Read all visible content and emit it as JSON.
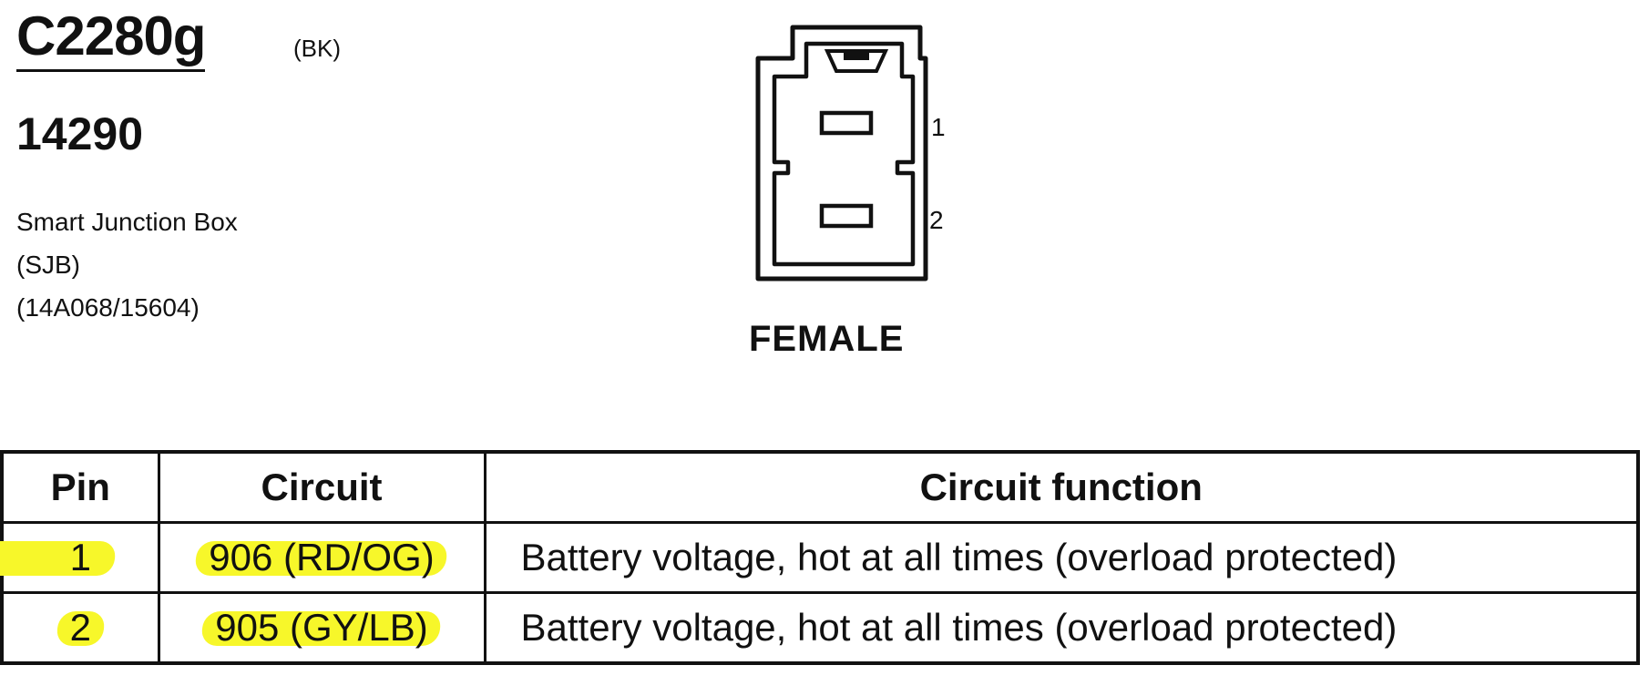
{
  "connector": {
    "id": "C2280g",
    "color_code": "(BK)",
    "part_number": "14290",
    "description": [
      "Smart Junction Box",
      "(SJB)",
      "(14A068/15604)"
    ],
    "gender": "FEMALE",
    "pin_labels": [
      "1",
      "2"
    ]
  },
  "table": {
    "headers": {
      "pin": "Pin",
      "circuit": "Circuit",
      "function": "Circuit function"
    },
    "rows": [
      {
        "pin": "1",
        "circuit": "906 (RD/OG)",
        "function": "Battery voltage, hot at all times (overload protected)"
      },
      {
        "pin": "2",
        "circuit": "905 (GY/LB)",
        "function": "Battery voltage, hot at all times (overload protected)"
      }
    ]
  },
  "colors": {
    "highlight": "#f7f72a",
    "ink": "#111111"
  }
}
